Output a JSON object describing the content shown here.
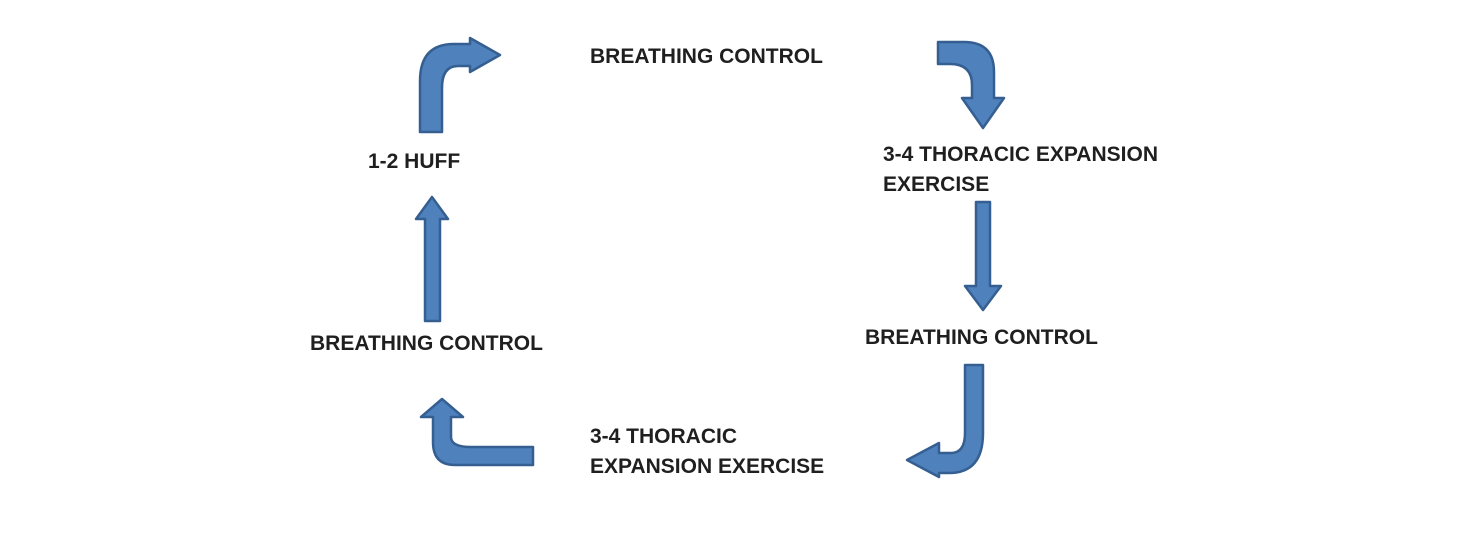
{
  "diagram": {
    "name": "active-cycle-of-breathing-technique",
    "type": "cycle-flowchart",
    "colors": {
      "arrow_fill": "#4f81bd",
      "arrow_stroke": "#365f91",
      "text": "#1f1f1f",
      "background": "#ffffff"
    },
    "nodes": {
      "top": {
        "label": "BREATHING CONTROL"
      },
      "right_upper": {
        "line1": "3-4 THORACIC EXPANSION",
        "line2": "EXERCISE"
      },
      "right_lower": {
        "label": "BREATHING CONTROL"
      },
      "bottom": {
        "line1": "3-4 THORACIC",
        "line2": "EXPANSION EXERCISE"
      },
      "left_lower": {
        "label": "BREATHING CONTROL"
      },
      "left_upper": {
        "label": "1-2 HUFF"
      }
    },
    "arrows": [
      {
        "shape": "bend-up-then-right",
        "from": "1-2 HUFF",
        "to": "BREATHING CONTROL (top)"
      },
      {
        "shape": "bend-right-then-down",
        "from": "BREATHING CONTROL (top)",
        "to": "3-4 THORACIC EXPANSION EXERCISE (right)"
      },
      {
        "shape": "straight-down",
        "from": "3-4 THORACIC EXPANSION EXERCISE (right)",
        "to": "BREATHING CONTROL (right)"
      },
      {
        "shape": "bend-down-then-left",
        "from": "BREATHING CONTROL (right)",
        "to": "3-4 THORACIC EXPANSION EXERCISE (bottom)"
      },
      {
        "shape": "bend-left-then-up",
        "from": "3-4 THORACIC EXPANSION EXERCISE (bottom)",
        "to": "BREATHING CONTROL (left)"
      },
      {
        "shape": "straight-up",
        "from": "BREATHING CONTROL (left)",
        "to": "1-2 HUFF"
      }
    ]
  }
}
